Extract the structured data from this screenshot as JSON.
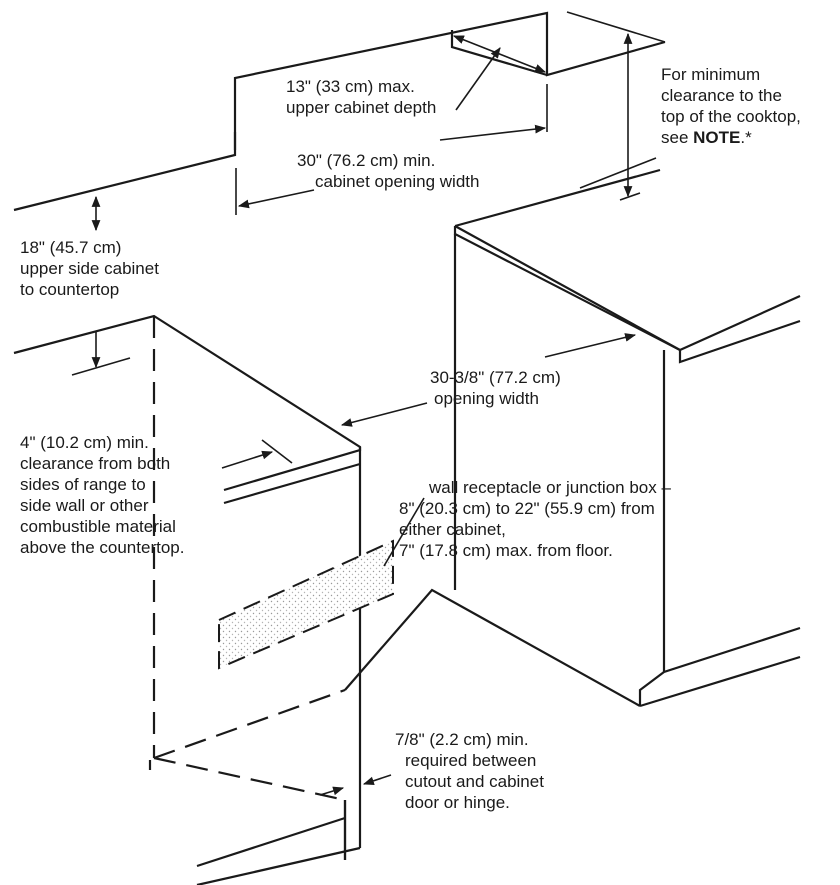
{
  "annotations": {
    "upper_depth": {
      "line1": "13\" (33 cm) max.",
      "line2": "upper cabinet depth"
    },
    "opening_width": {
      "line1": "30\" (76.2 cm) min.",
      "line2": "cabinet opening width"
    },
    "min_clearance": {
      "line1": "For minimum",
      "line2": "clearance to the",
      "line3": "top of the cooktop,",
      "line4_prefix": "see ",
      "line4_bold": "NOTE",
      "line4_suffix": ".*"
    },
    "upper_side": {
      "line1": "18\" (45.7 cm)",
      "line2": "upper side cabinet",
      "line3": "to countertop"
    },
    "cutout_width": {
      "line1": "30-3/8\" (77.2 cm)",
      "line2": "opening width"
    },
    "side_clearance": {
      "line1": "4\" (10.2 cm) min.",
      "line2": "clearance from both",
      "line3": "sides of range to",
      "line4": "side wall or other",
      "line5": "combustible material",
      "line6": "above the countertop."
    },
    "receptacle": {
      "line1": "wall receptacle or junction box –",
      "line2": "8\" (20.3 cm) to 22\" (55.9 cm) from",
      "line3": "either cabinet,",
      "line4": "7\" (17.8 cm) max. from floor."
    },
    "door_clearance": {
      "line1": "7/8\" (2.2 cm) min.",
      "line2": "required between",
      "line3": "cutout and cabinet",
      "line4": "door or hinge."
    }
  }
}
